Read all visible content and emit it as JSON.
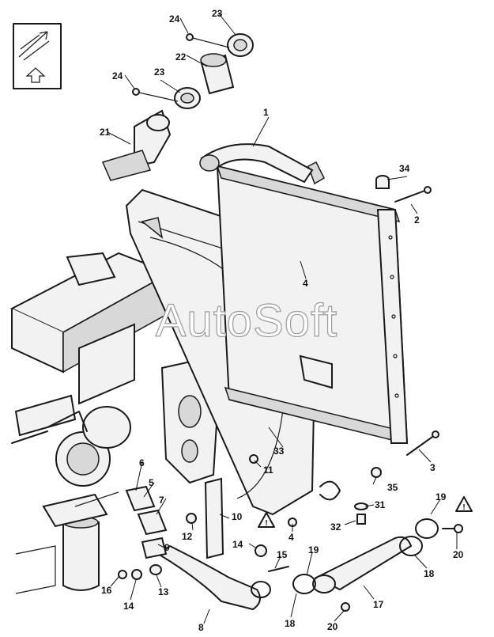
{
  "watermark": "AutoSoft",
  "callouts": {
    "c1": "1",
    "c2": "2",
    "c3": "3",
    "c4a": "4",
    "c4b": "4",
    "c5": "5",
    "c6": "6",
    "c7": "7",
    "c8": "8",
    "c9": "9",
    "c10": "10",
    "c11": "11",
    "c12": "12",
    "c13": "13",
    "c14a": "14",
    "c14b": "14",
    "c15": "15",
    "c16": "16",
    "c17": "17",
    "c18a": "18",
    "c18b": "18",
    "c19a": "19",
    "c19b": "19",
    "c20a": "20",
    "c20b": "20",
    "c21": "21",
    "c22": "22",
    "c23a": "23",
    "c23b": "23",
    "c24a": "24",
    "c24b": "24",
    "c31": "31",
    "c32": "32",
    "c33": "33",
    "c34": "34",
    "c35": "35"
  },
  "icons": {
    "orientation": "orientation-arrow-icon",
    "warning": "warning-triangle-icon"
  }
}
